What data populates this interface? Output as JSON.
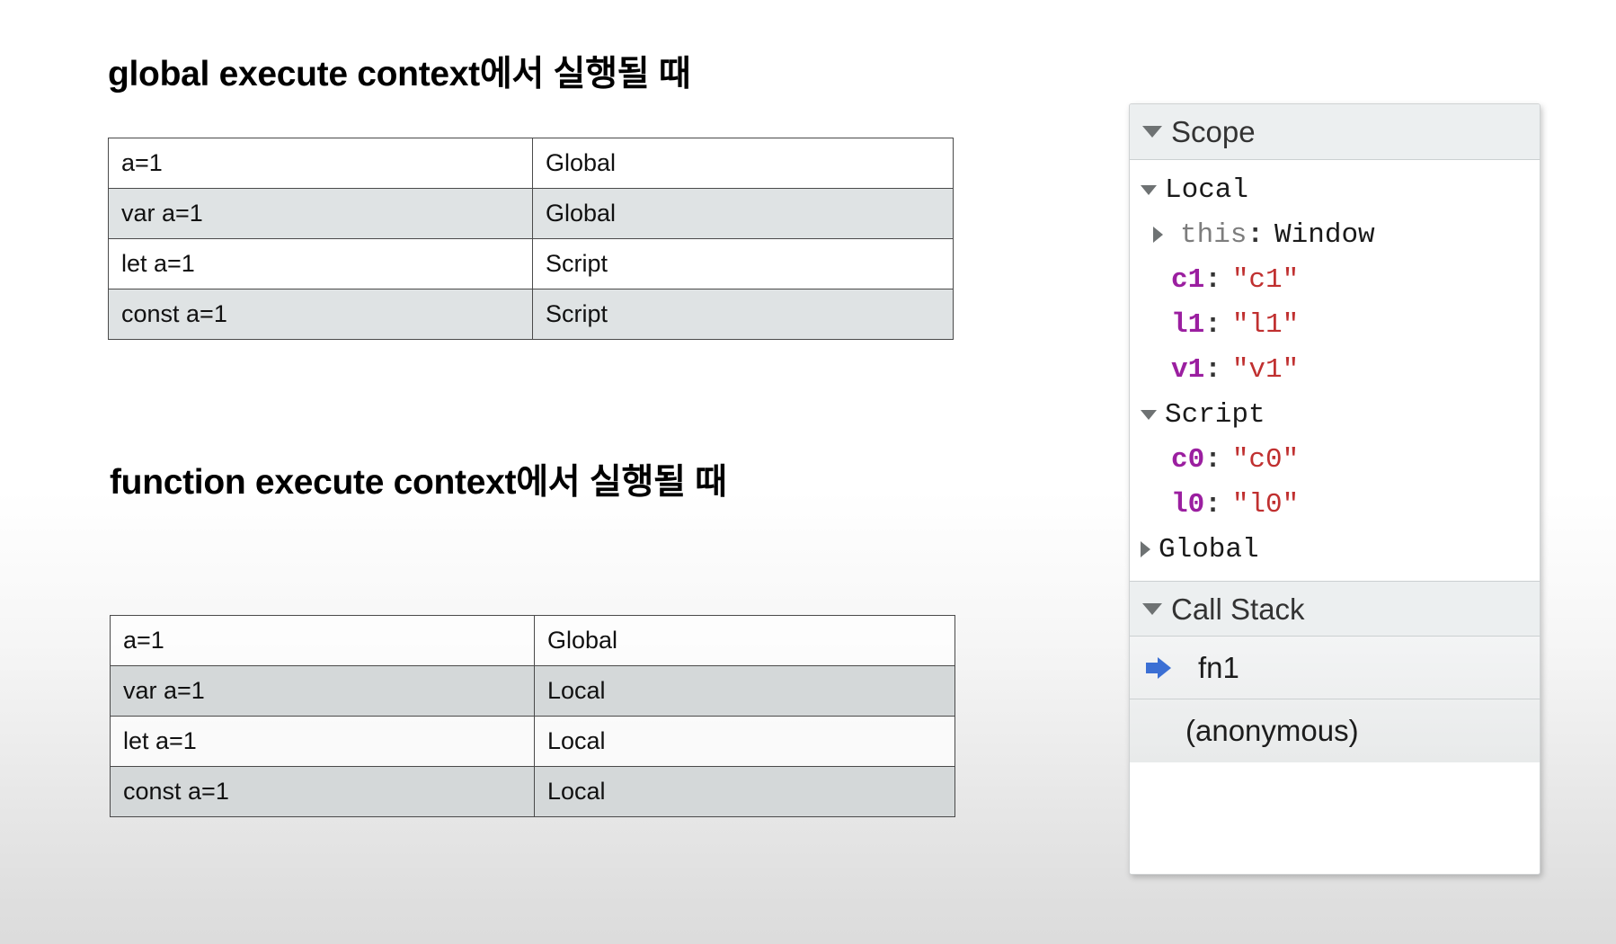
{
  "page": {
    "background_top": "#ffffff",
    "background_bottom": "#dcdcdc"
  },
  "sections": {
    "global": {
      "heading": "global execute context에서 실행될 때",
      "table": {
        "rows": [
          {
            "declaration": "a=1",
            "scope": "Global"
          },
          {
            "declaration": "var a=1",
            "scope": "Global"
          },
          {
            "declaration": "let a=1",
            "scope": "Script"
          },
          {
            "declaration": "const a=1",
            "scope": "Script"
          }
        ]
      }
    },
    "function": {
      "heading": "function execute context에서 실행될 때",
      "table": {
        "rows": [
          {
            "declaration": "a=1",
            "scope": "Global"
          },
          {
            "declaration": "var a=1",
            "scope": "Local"
          },
          {
            "declaration": "let a=1",
            "scope": "Local"
          },
          {
            "declaration": "const a=1",
            "scope": "Local"
          }
        ]
      }
    }
  },
  "devtools": {
    "scope_panel": {
      "title": "Scope",
      "expanded": true,
      "groups": [
        {
          "label": "Local",
          "expanded": true,
          "properties": [
            {
              "name": "this",
              "value": "Window",
              "kind": "object",
              "expandable": true
            },
            {
              "name": "c1",
              "value": "\"c1\"",
              "kind": "string",
              "expandable": false
            },
            {
              "name": "l1",
              "value": "\"l1\"",
              "kind": "string",
              "expandable": false
            },
            {
              "name": "v1",
              "value": "\"v1\"",
              "kind": "string",
              "expandable": false
            }
          ]
        },
        {
          "label": "Script",
          "expanded": true,
          "properties": [
            {
              "name": "c0",
              "value": "\"c0\"",
              "kind": "string",
              "expandable": false
            },
            {
              "name": "l0",
              "value": "\"l0\"",
              "kind": "string",
              "expandable": false
            }
          ]
        },
        {
          "label": "Global",
          "expanded": false,
          "properties": []
        }
      ]
    },
    "call_stack_panel": {
      "title": "Call Stack",
      "expanded": true,
      "frames": [
        {
          "label": "fn1",
          "active": true
        },
        {
          "label": "(anonymous)",
          "active": false
        }
      ]
    },
    "colors": {
      "property_name": "#9b1fa0",
      "string_value": "#c03030",
      "active_frame_arrow": "#3b6fd4",
      "section_header_bg": "#eceff0"
    }
  }
}
